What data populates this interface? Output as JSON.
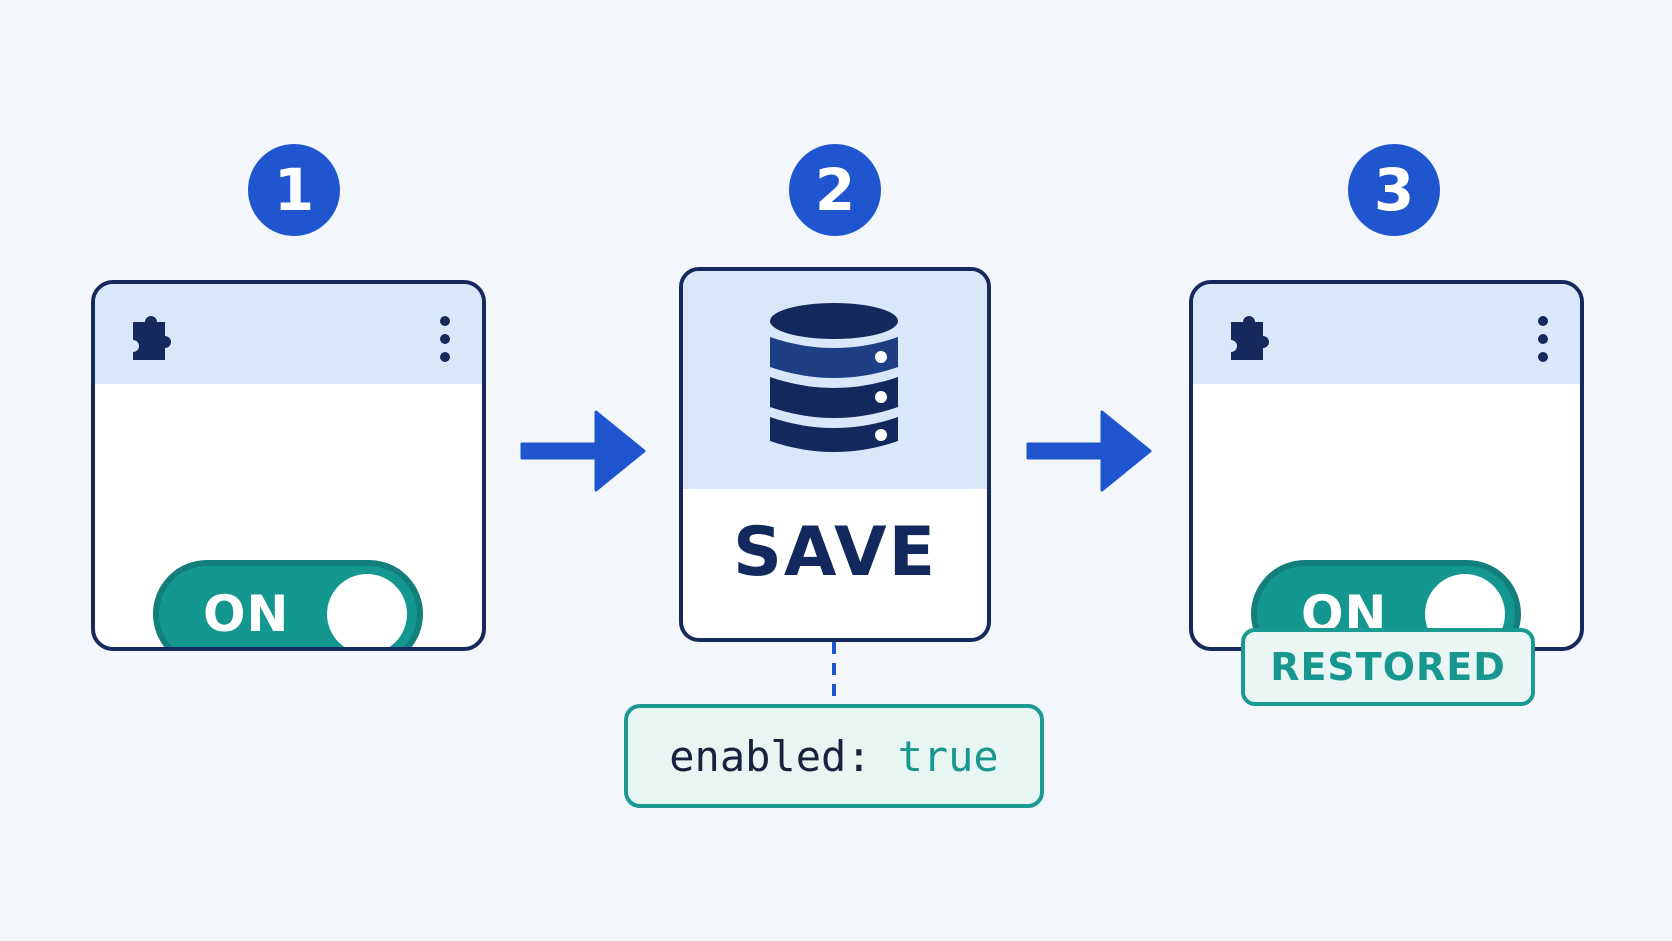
{
  "steps": [
    {
      "number": "1",
      "toggle_label": "ON"
    },
    {
      "number": "2",
      "action_label": "SAVE"
    },
    {
      "number": "3",
      "toggle_label": "ON"
    }
  ],
  "stored_value": {
    "key": "enabled:",
    "value": "true"
  },
  "restored_label": "RESTORED",
  "icons": [
    "puzzle-piece-icon",
    "kebab-menu-icon",
    "database-icon",
    "arrow-right-icon"
  ],
  "colors": {
    "background": "#f3f6fb",
    "badge_blue": "#1f56cf",
    "navy": "#16295c",
    "panel_light_blue": "#d9e7fb",
    "teal": "#13978f"
  }
}
